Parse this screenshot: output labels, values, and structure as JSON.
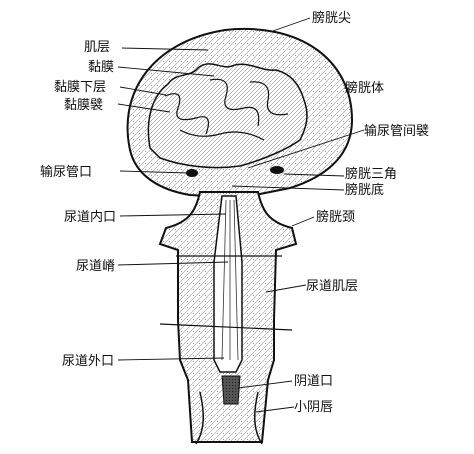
{
  "labels": {
    "bladder_apex": "膀胱尖",
    "muscle_layer": "肌层",
    "mucosa": "黏膜",
    "submucosa": "黏膜下层",
    "mucosal_folds": "黏膜襞",
    "bladder_body": "膀胱体",
    "interureteric_fold": "输尿管间襞",
    "ureteral_orifice": "输尿管口",
    "trigone": "膀胱三角",
    "bladder_fundus": "膀胱底",
    "internal_urethral_orifice": "尿道内口",
    "bladder_neck": "膀胱颈",
    "urethral_crest": "尿道嵴",
    "urethral_muscle": "尿道肌层",
    "external_urethral_orifice": "尿道外口",
    "vaginal_orifice": "阴道口",
    "labia_minora": "小阴唇"
  }
}
